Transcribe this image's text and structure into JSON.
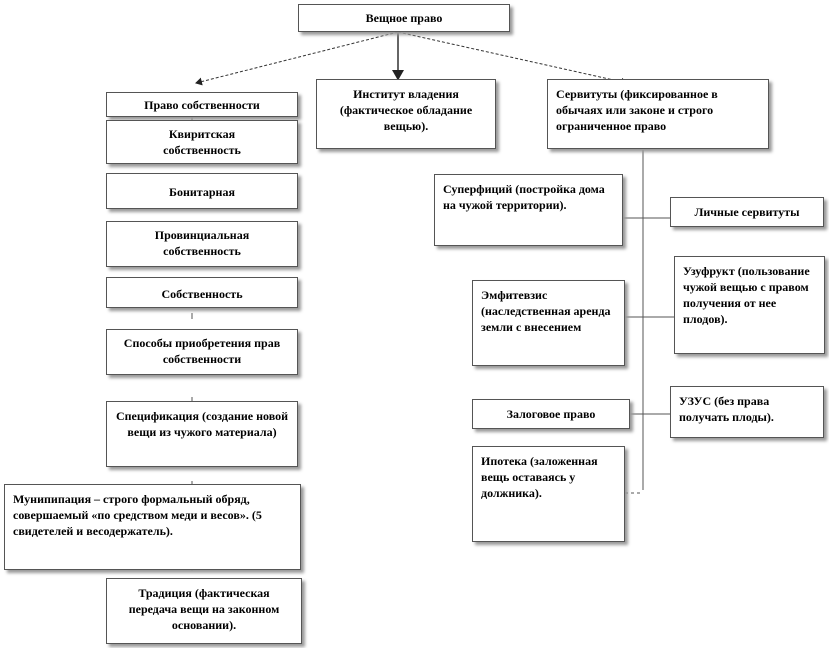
{
  "nodes": {
    "root": "Вещное право",
    "ownership": "Право собственности",
    "quiritary": "Квиритская собственность",
    "bonitary": "Бонитарная",
    "provincial": "Провинциальная собственность",
    "property": "Собственность",
    "acquisition": "Способы приобретения прав собственности",
    "specification": "Спецификация (создание новой вещи из чужого материала)",
    "mancipation": "Мунипипация – строго формальный обряд, совершаемый «по средством меди и весов». (5 свидетелей и весодержатель).",
    "tradition": "Традиция (фактическая передача вещи на законном основании).",
    "possession": "Институт владения (фактическое обладание вещью).",
    "servitudes": "Сервитуты (фиксированное в обычаях или законе и строго ограниченное право",
    "superficies": "Суперфиций (постройка дома на чужой территории).",
    "personal_servitudes": "Личные сервитуты",
    "emphyteusis": "Эмфитевзис (наследственная аренда земли с внесением",
    "usufruct": "Узуфрукт (пользование чужой вещью с правом получения от нее плодов).",
    "usus": "УЗУС (без права получать плоды).",
    "pledge": "Залоговое право",
    "hypothec": "Ипотека (заложенная вещь оставаясь у должника)."
  },
  "colors": {
    "border": "#555555",
    "shadow": "#9a9a9a",
    "line": "#333333"
  }
}
